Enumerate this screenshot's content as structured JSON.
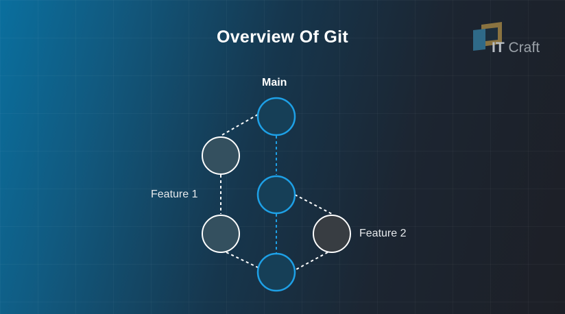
{
  "title": "Overview Of Git",
  "logo": {
    "mark": "it-craft-logo-icon",
    "text_it": "IT",
    "text_craft": "Craft"
  },
  "branches": {
    "main": "Main",
    "feature1": "Feature 1",
    "feature2": "Feature 2"
  },
  "colors": {
    "main_stroke": "#1ea0e6",
    "main_fill": "#163f57",
    "feature_stroke": "#ffffff",
    "feature1_fill": "#34505f",
    "feature2_fill": "#383d42",
    "logo_gold": "#8a7340",
    "logo_blue": "#2f6a88"
  }
}
